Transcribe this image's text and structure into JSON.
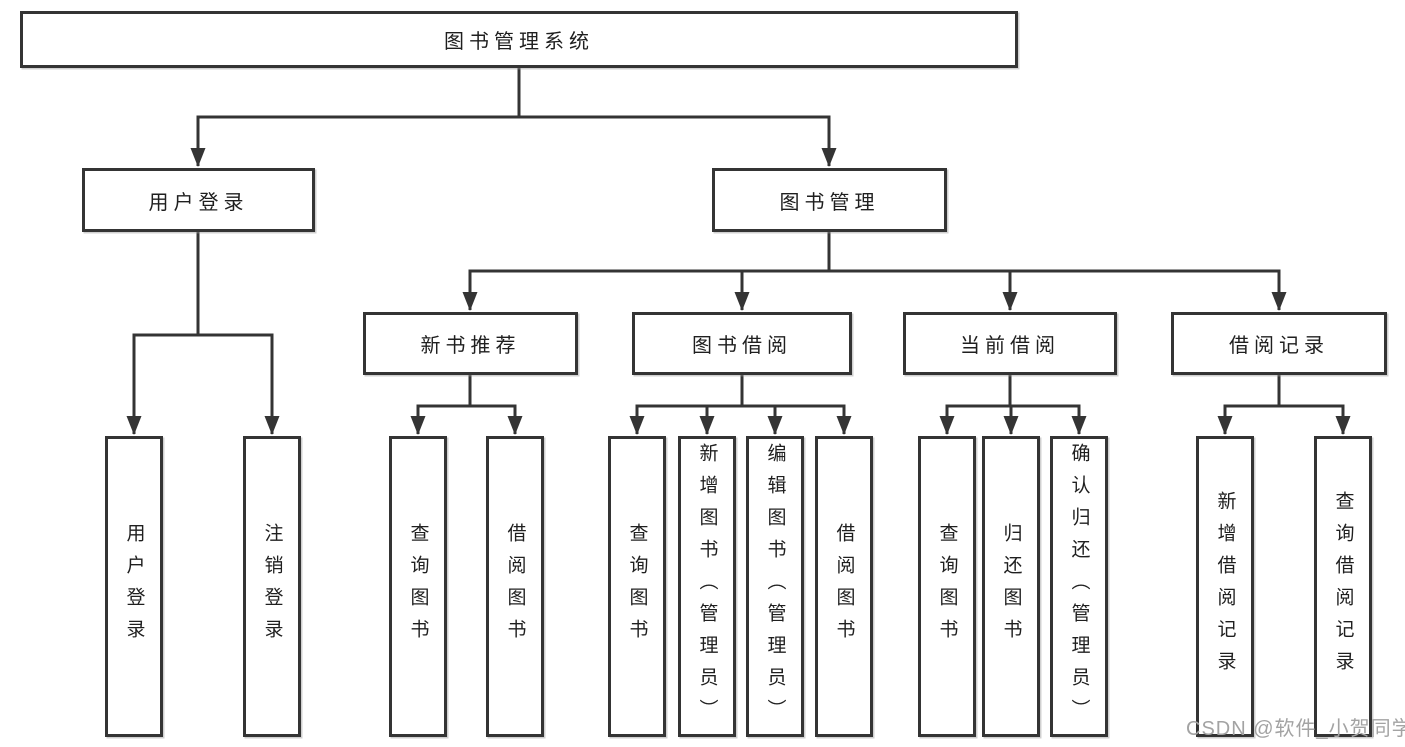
{
  "colors": {
    "line": "#343434",
    "box_border": "#343434",
    "text": "#1f1f1f",
    "watermark": "#a3a3a3",
    "background": "#ffffff"
  },
  "watermark": {
    "text": "CSDN @软件_小贺同学"
  },
  "tree": {
    "root": {
      "label": "图书管理系统",
      "children": [
        {
          "label": "用户登录",
          "children": [
            {
              "label": "用户登录"
            },
            {
              "label": "注销登录"
            }
          ]
        },
        {
          "label": "图书管理",
          "children": [
            {
              "label": "新书推荐",
              "children": [
                {
                  "label": "查询图书"
                },
                {
                  "label": "借阅图书"
                }
              ]
            },
            {
              "label": "图书借阅",
              "children": [
                {
                  "label": "查询图书"
                },
                {
                  "label": "新增图书（管理员）"
                },
                {
                  "label": "编辑图书（管理员）"
                },
                {
                  "label": "借阅图书"
                }
              ]
            },
            {
              "label": "当前借阅",
              "children": [
                {
                  "label": "查询图书"
                },
                {
                  "label": "归还图书"
                },
                {
                  "label": "确认归还（管理员）"
                }
              ]
            },
            {
              "label": "借阅记录",
              "children": [
                {
                  "label": "新增借阅记录"
                },
                {
                  "label": "查询借阅记录"
                }
              ]
            }
          ]
        }
      ]
    }
  }
}
